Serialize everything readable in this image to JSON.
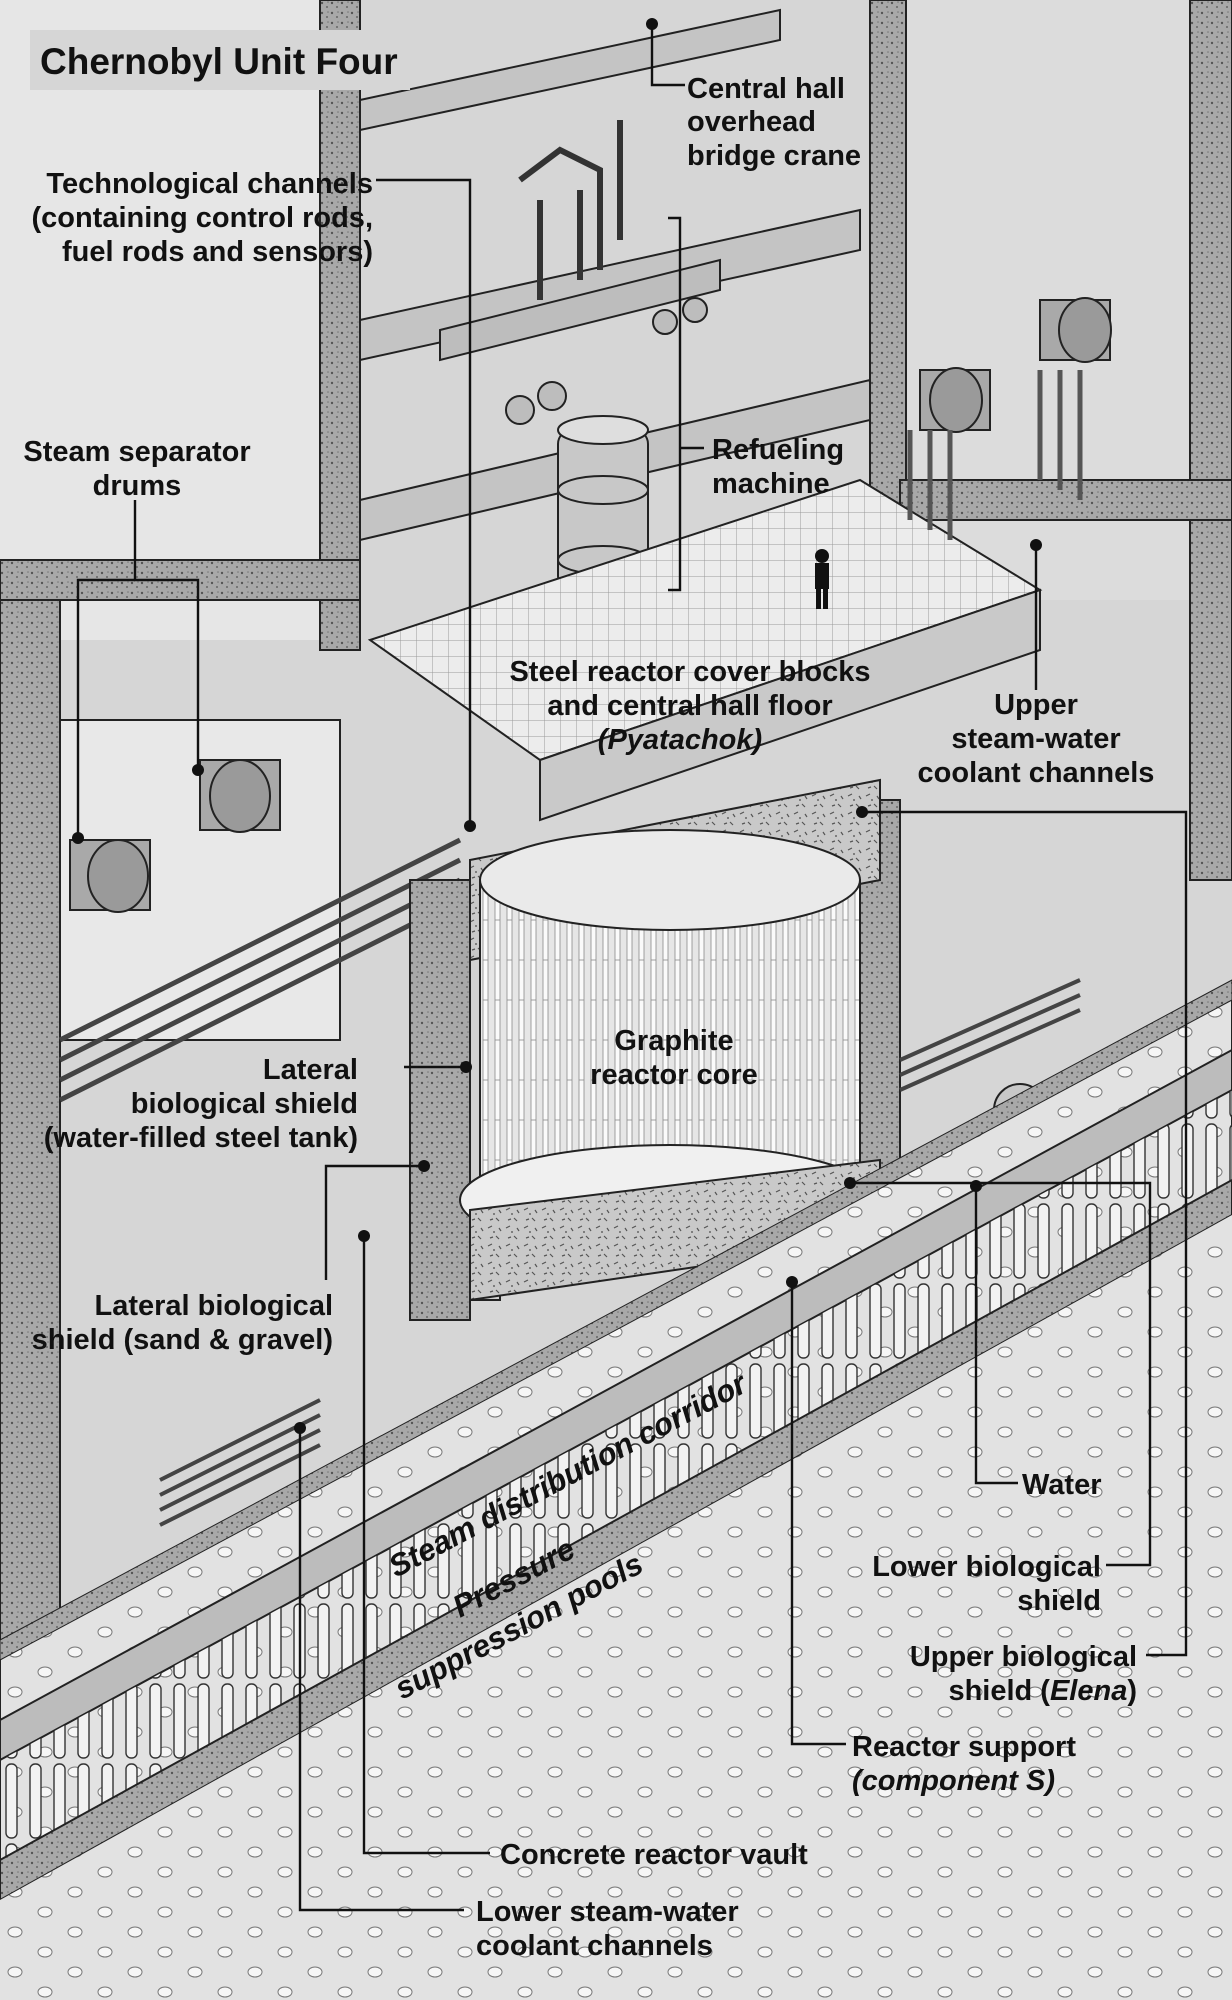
{
  "title": "Chernobyl Unit Four",
  "labels": {
    "crane": [
      "Central hall",
      "overhead",
      "bridge crane"
    ],
    "tech_channels": [
      "Technological channels",
      "(containing control rods,",
      "fuel rods and sensors)"
    ],
    "separator": [
      "Steam separator",
      "drums"
    ],
    "refueling": [
      "Refueling",
      "machine"
    ],
    "cover": [
      "Steel reactor cover blocks",
      "and central hall floor"
    ],
    "cover_italic": "(Pyatachok)",
    "upper_coolant": [
      "Upper",
      "steam-water",
      "coolant channels"
    ],
    "core": [
      "Graphite",
      "reactor core"
    ],
    "lateral_water": [
      "Lateral",
      "biological shield",
      "(water-filled steel tank)"
    ],
    "lateral_sand": [
      "Lateral biological",
      "shield (sand & gravel)"
    ],
    "corridor": "Steam distribution corridor",
    "pools": [
      "Pressure",
      "suppression pools"
    ],
    "water": "Water",
    "lower_shield": [
      "Lower biological",
      "shield"
    ],
    "upper_shield": [
      "Upper biological",
      "shield (",
      "Elena",
      ")"
    ],
    "support": [
      "Reactor support"
    ],
    "support_italic": "(component S)",
    "vault": "Concrete reactor vault",
    "lower_coolant": [
      "Lower steam-water",
      "coolant channels"
    ]
  },
  "colors": {
    "wall_stipple": "#9c9c9c",
    "floor": "#d9d9d9",
    "core": "#e4e4e4",
    "machinery": "#bdbdbd",
    "outline": "#111111"
  }
}
